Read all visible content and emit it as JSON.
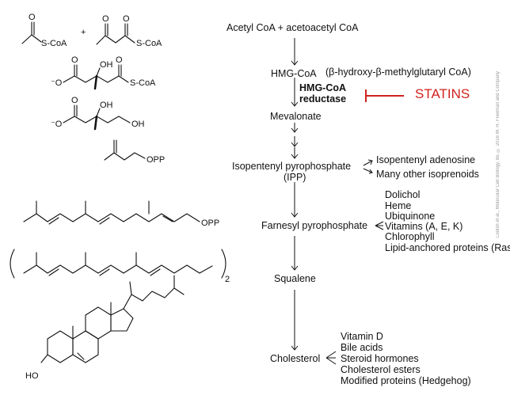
{
  "pathway": {
    "acetyl_coa": "Acetyl CoA + acetoacetyl CoA",
    "hmg_coa": "HMG-CoA",
    "hmg_coa_full": "(β-hydroxy-β-methylglutaryl CoA)",
    "enzyme_line1": "HMG-CoA",
    "enzyme_line2": "reductase",
    "mevalonate": "Mevalonate",
    "ipp_line1": "Isopentenyl pyrophosphate",
    "ipp_line2": "(IPP)",
    "ipp_products": [
      "Isopentenyl adenosine",
      "Many other isoprenoids"
    ],
    "farnesyl": "Farnesyl pyrophosphate",
    "farnesyl_products": [
      "Dolichol",
      "Heme",
      "Ubiquinone",
      "Vitamins (A, E, K)",
      "Chlorophyll",
      "Lipid-anchored proteins (Ras)"
    ],
    "squalene": "Squalene",
    "cholesterol": "Cholesterol",
    "cholesterol_products": [
      "Vitamin D",
      "Bile acids",
      "Steroid hormones",
      "Cholesterol esters",
      "Modified proteins (Hedgehog)"
    ]
  },
  "inhibitor": {
    "label": "STATINS",
    "color": "#d0231f"
  },
  "structures": {
    "labels": {
      "s_coa": "S-CoA",
      "plus": "+",
      "o": "O",
      "oh": "OH",
      "o_minus": "⁻O",
      "opp": "OPP",
      "subscript_2": "2",
      "ho": "HO"
    },
    "ring_fill": "#f5ee3f"
  },
  "credit": "Lodish et al., Molecular Cell Biology, 8e, © 2016 W. H. Freeman and Company"
}
